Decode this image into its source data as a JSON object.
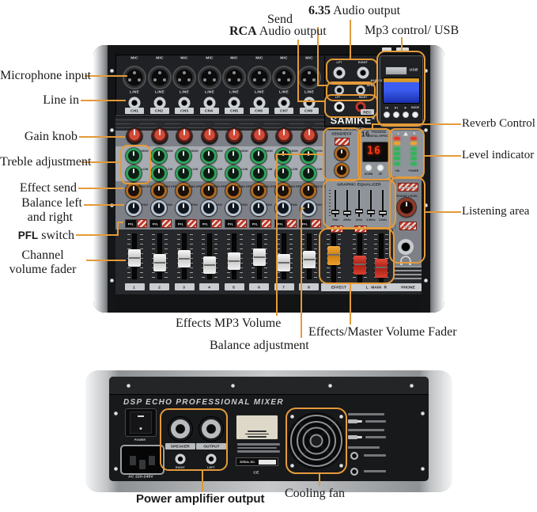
{
  "accent": "#E49A3A",
  "annotations": {
    "jack635_bold": "6.35",
    "jack635_rest": " Audio output",
    "send": "Send",
    "rca_bold": "RCA",
    "rca_rest": " Audio output",
    "mp3_usb": "Mp3 control/ USB",
    "mic_input": "Microphone input",
    "line_in": "Line in",
    "gain": "Gain knob",
    "treble": "Treble adjustment",
    "effect_send": "Effect send",
    "balance_l1": "Balance left",
    "balance_l2": "and right",
    "pfl_bold": "PFL",
    "pfl_rest": " switch",
    "ch_fader_l1": "Channel",
    "ch_fader_l2": "volume fader",
    "reverb": "Reverb Control",
    "level": "Level indicator",
    "listening": "Listening area",
    "fx_mp3": "Effects MP3 Volume",
    "fx_master": "Effects/Master Volume Fader",
    "balance_adj": "Balance adjustment",
    "power_amp": "Power amplifier output",
    "cooling_fan": "Cooling fan"
  },
  "mixer": {
    "brand": "SAMIKE",
    "brand_reg": "®",
    "model": "ML-802USB",
    "channel_strip": {
      "mic": "MIC",
      "line": "LINE",
      "trim": "TRIM",
      "high": "HIGH",
      "low": "LOW",
      "send_eff": "SEND EFF",
      "pan": "PAN",
      "pfl": "PFL"
    },
    "channels": [
      {
        "ch": "CH1",
        "num": "1",
        "cap": 258
      },
      {
        "ch": "CH2",
        "num": "2",
        "cap": 264
      },
      {
        "ch": "CH3",
        "num": "3",
        "cap": 259
      },
      {
        "ch": "CH4",
        "num": "4",
        "cap": 267
      },
      {
        "ch": "CH5",
        "num": "5",
        "cap": 262
      },
      {
        "ch": "CH6",
        "num": "6",
        "cap": 257
      },
      {
        "ch": "CH7",
        "num": "7",
        "cap": 264
      },
      {
        "ch": "CH8",
        "num": "8",
        "cap": 260
      }
    ],
    "outputs": {
      "lft": "LFT",
      "right": "RIGHT",
      "main_out": "MAIN OUT",
      "send": "SEND",
      "rec": "REC"
    },
    "usb": {
      "label": "USB",
      "buttons": [
        "|◀",
        "▶|",
        "▶",
        "MODE"
      ]
    },
    "effects": {
      "title": "SEND/EFF",
      "big": "16",
      "caption1": "PROGRAM",
      "caption2": "DIGITAL EFFECT",
      "value": "16",
      "down": "DOWN",
      "up": "UP"
    },
    "meter": {
      "l": "L",
      "r": "R",
      "plus48": "+48",
      "power": "POWER",
      "rows": [
        [
          "#e33a2b",
          "#e33a2b"
        ],
        [
          "#e7a62c",
          "#e7a62c"
        ],
        [
          "#34b35a",
          "#34b35a"
        ],
        [
          "#34b35a",
          "#34b35a"
        ],
        [
          "#34b35a",
          "#34b35a"
        ],
        [
          "#34b35a",
          "#34b35a"
        ]
      ]
    },
    "eq": {
      "title": "GRAPHIC EQUALIZER",
      "freqs": [
        "75Hz",
        "250Hz",
        "1KHz",
        "3.5KHz",
        "12KHz"
      ],
      "caps": [
        208,
        209,
        207,
        208,
        209
      ]
    },
    "monitor": {
      "phantom": "PHANTOM",
      "phone_level": "PHONE LEVEL",
      "level": "LEVEL"
    },
    "master": {
      "effect": "EFFECT",
      "lmr": "L MAIN R",
      "phone": "PHONE"
    }
  },
  "rear": {
    "title": "DSP ECHO PROFESSIONAL MIXER",
    "power": "POWER",
    "speaker": "SPEAKER",
    "output": "OUTPUT",
    "right": "RIGHT",
    "left": "LEFT",
    "ac": "AC 220-240V",
    "serial": "SERIAL NO.",
    "ce": "CE"
  }
}
